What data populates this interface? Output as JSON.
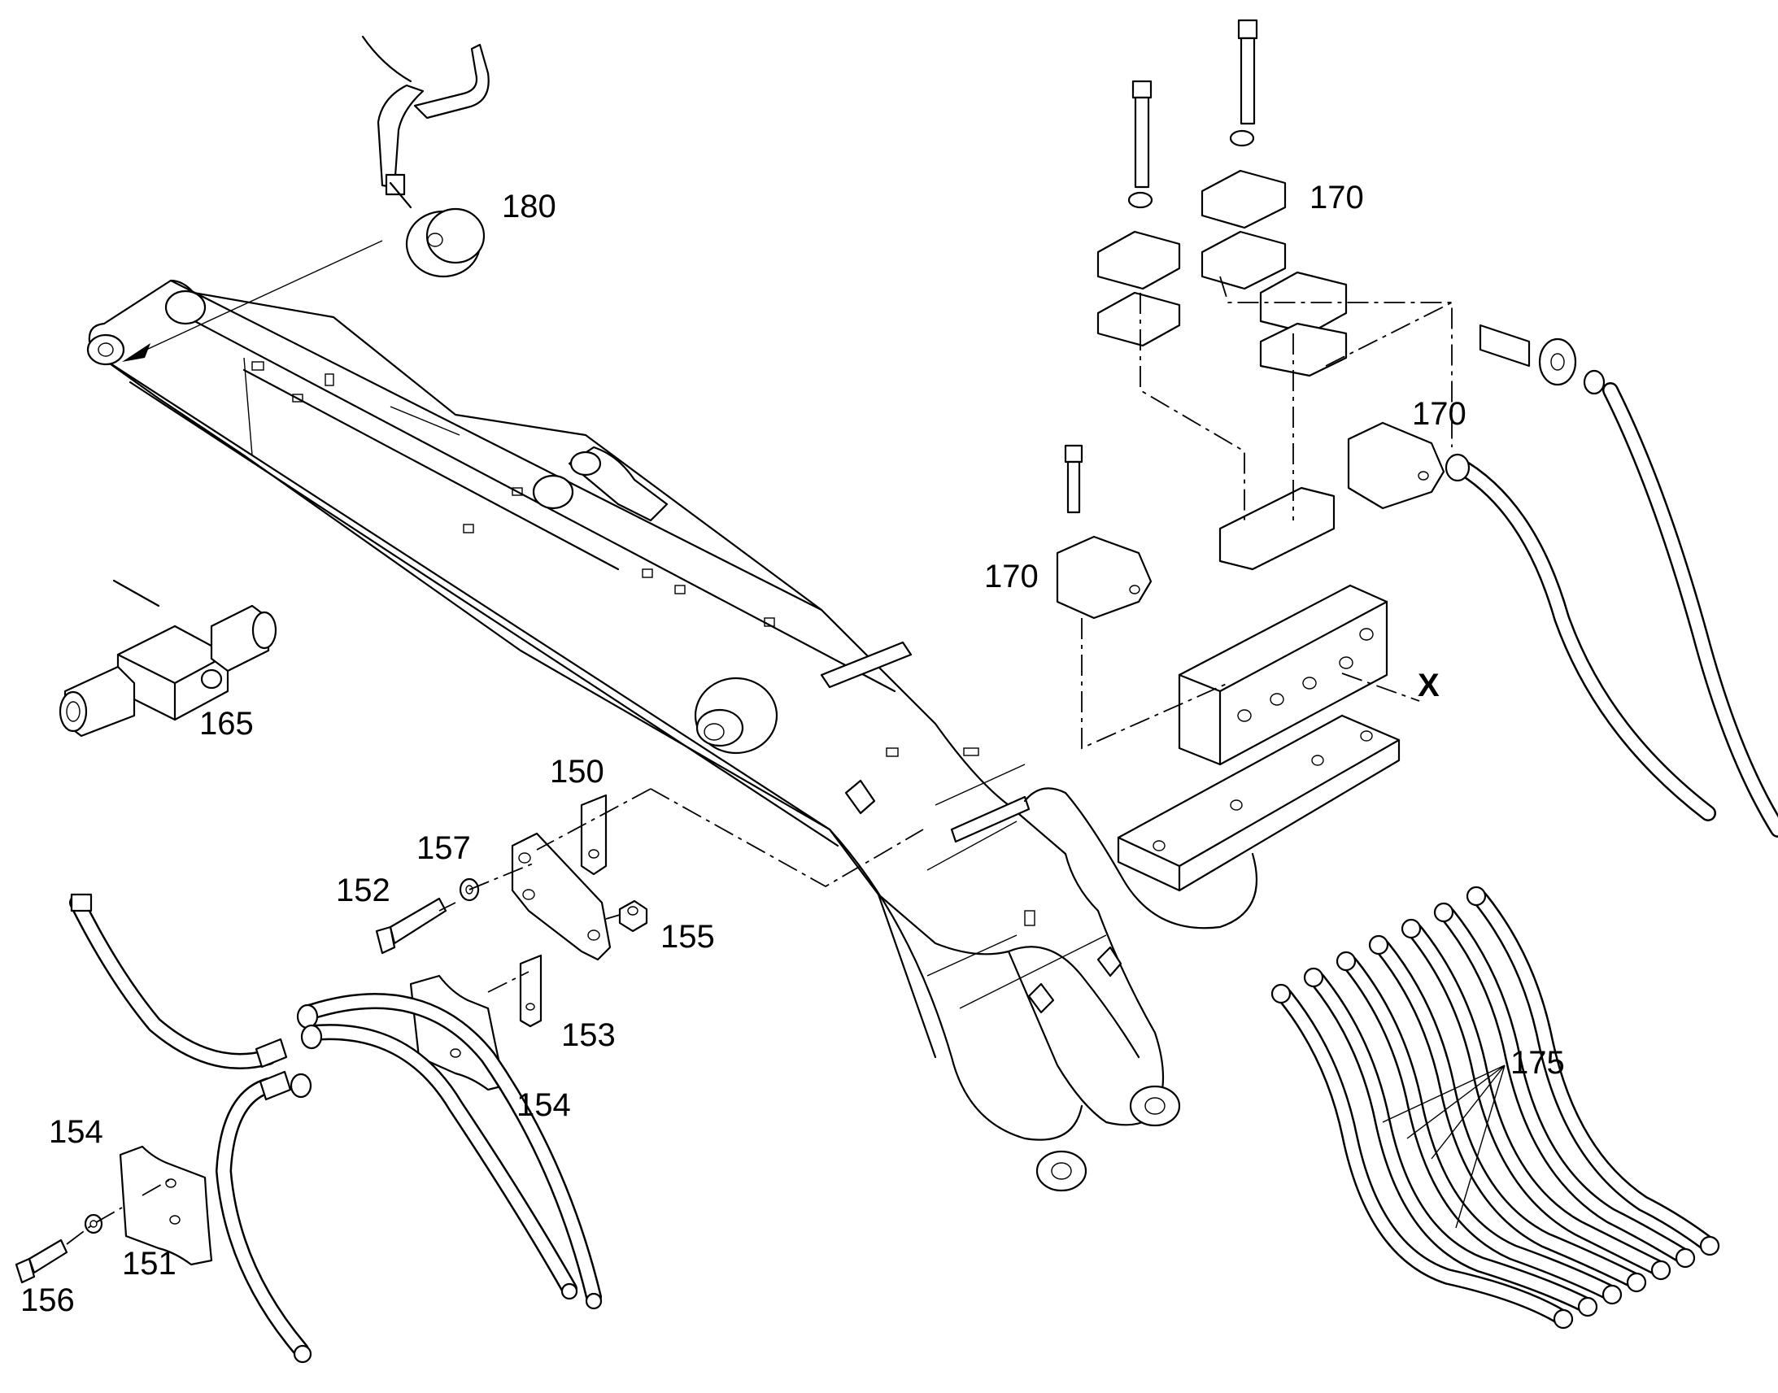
{
  "diagram": {
    "labels": {
      "p180": "180",
      "p170a": "170",
      "p170b": "170",
      "p170c": "170",
      "px": "X",
      "p165": "165",
      "p150": "150",
      "p157": "157",
      "p152": "152",
      "p155": "155",
      "p153": "153",
      "p154a": "154",
      "p154b": "154",
      "p151": "151",
      "p156": "156",
      "p175": "175"
    }
  }
}
